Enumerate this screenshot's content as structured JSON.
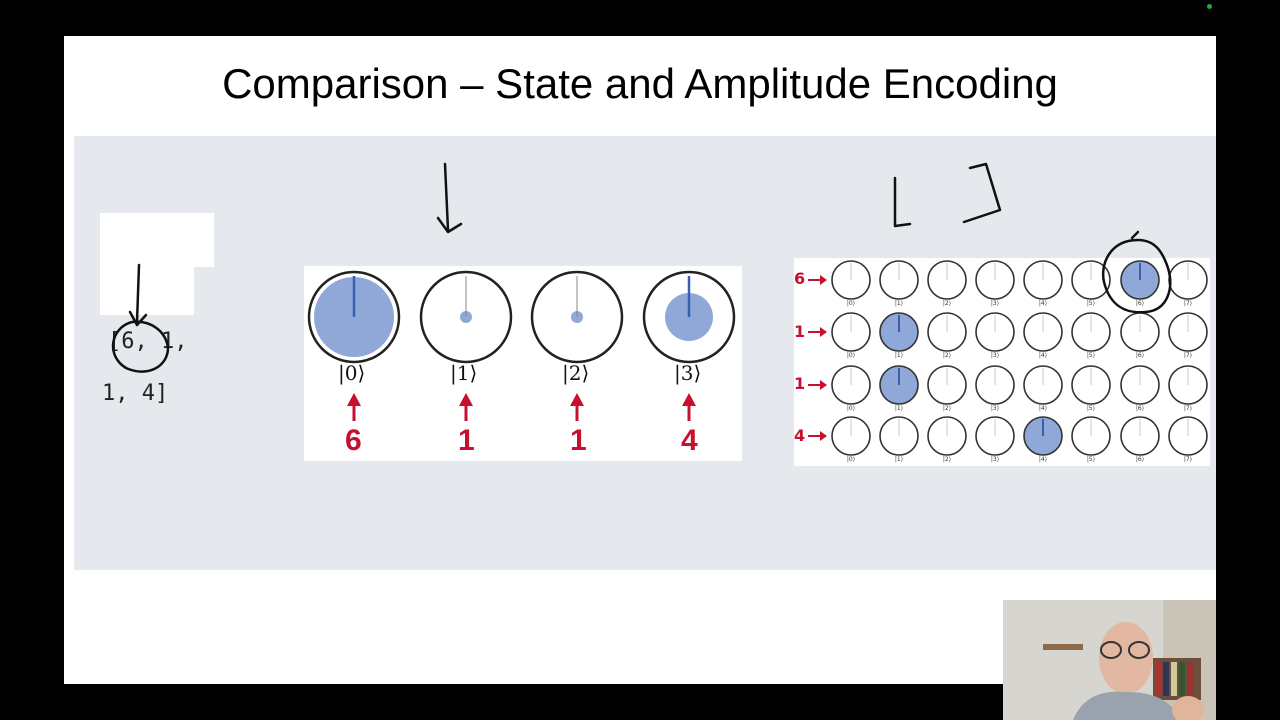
{
  "slide": {
    "title": "Comparison – State and Amplitude Encoding"
  },
  "input_array": {
    "line1": "[6, 1,",
    "line2": "1, 4]"
  },
  "state_encoding": {
    "kets": [
      "|0⟩",
      "|1⟩",
      "|2⟩",
      "|3⟩"
    ],
    "values": [
      "6",
      "1",
      "1",
      "4"
    ],
    "fill_fraction": [
      1.0,
      0.15,
      0.15,
      0.6
    ],
    "fill_color": "#8fa8d8"
  },
  "amplitude_encoding": {
    "row_labels": [
      "6",
      "1",
      "1",
      "4"
    ],
    "column_labels": [
      "0",
      "1",
      "2",
      "3",
      "4",
      "5",
      "6",
      "7"
    ],
    "active_cell": [
      6,
      1,
      1,
      4
    ],
    "fill_color": "#8fa8d8",
    "label_color": "#c8102e"
  },
  "webcam": {
    "description_icon": "presenter-video-icon"
  }
}
